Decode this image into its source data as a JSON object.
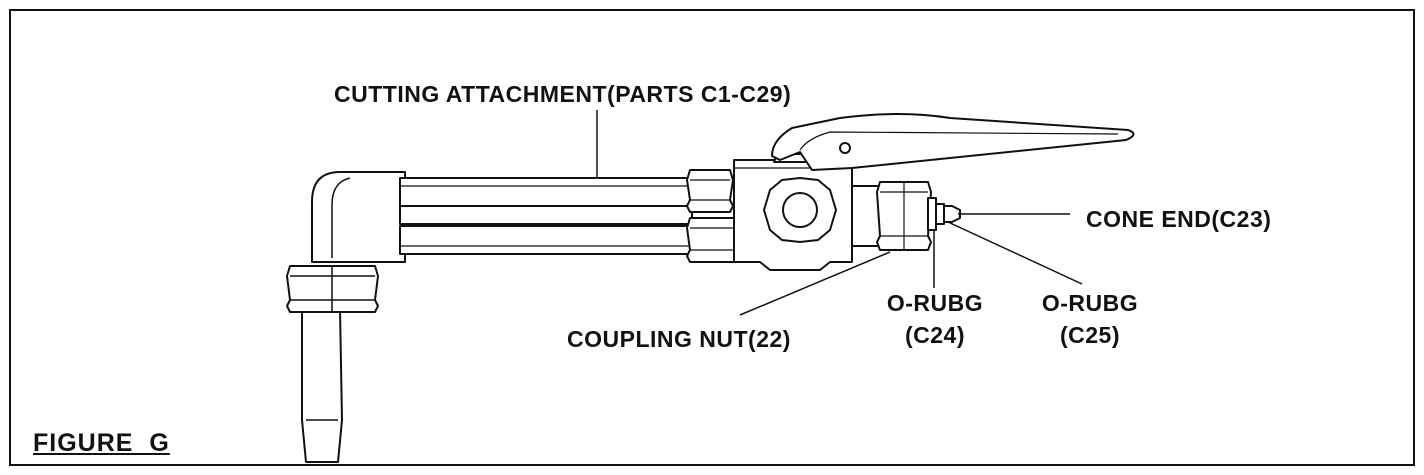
{
  "labels": {
    "cutting_attachment": "CUTTING ATTACHMENT(PARTS C1-C29)",
    "cone_end": "CONE END(C23)",
    "coupling_nut": "COUPLING NUT(22)",
    "oring_c24_name": "O-RUBG",
    "oring_c24_part": "(C24)",
    "oring_c25_name": "O-RUBG",
    "oring_c25_part": "(C25)",
    "figure_title": "FIGURE  G"
  }
}
